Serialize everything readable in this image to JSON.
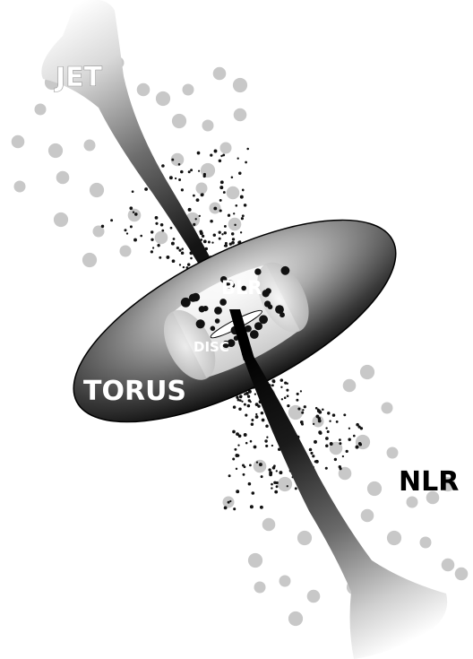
{
  "labels": {
    "jet": "JET",
    "blr": "BLR",
    "disc": "DISC",
    "torus": "TORUS",
    "nlr": "NLR"
  },
  "colors": {
    "background": "#ffffff",
    "jet_core": "#000000",
    "cloud_light": "#c8c8c8",
    "cloud_dark": "#111111",
    "torus_dark": "#0a0a0a",
    "torus_light": "#f2f2f2",
    "label_light": "#ffffff",
    "label_dark": "#000000"
  }
}
